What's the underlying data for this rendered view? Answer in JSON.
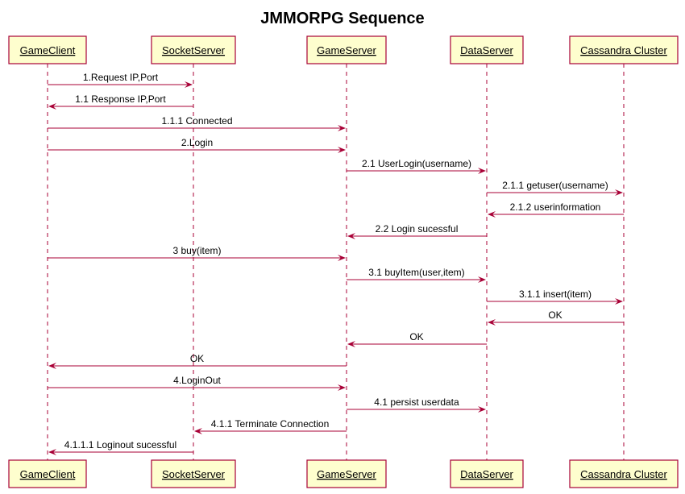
{
  "title": "JMMORPG Sequence",
  "participants": [
    {
      "id": "gc",
      "name": "GameClient"
    },
    {
      "id": "ss",
      "name": "SocketServer"
    },
    {
      "id": "gs",
      "name": "GameServer"
    },
    {
      "id": "ds",
      "name": "DataServer"
    },
    {
      "id": "cc",
      "name": "Cassandra Cluster"
    }
  ],
  "messages": [
    {
      "from": "gc",
      "to": "ss",
      "label": "1.Request IP,Port"
    },
    {
      "from": "ss",
      "to": "gc",
      "label": "1.1 Response IP,Port"
    },
    {
      "from": "gc",
      "to": "gs",
      "label": "1.1.1 Connected"
    },
    {
      "from": "gc",
      "to": "gs",
      "label": "2.Login"
    },
    {
      "from": "gs",
      "to": "ds",
      "label": "2.1 UserLogin(username)"
    },
    {
      "from": "ds",
      "to": "cc",
      "label": "2.1.1 getuser(username)"
    },
    {
      "from": "cc",
      "to": "ds",
      "label": "2.1.2 userinformation"
    },
    {
      "from": "ds",
      "to": "gs",
      "label": "2.2 Login sucessful"
    },
    {
      "from": "gc",
      "to": "gs",
      "label": "3 buy(item)"
    },
    {
      "from": "gs",
      "to": "ds",
      "label": "3.1 buyItem(user,item)"
    },
    {
      "from": "ds",
      "to": "cc",
      "label": "3.1.1 insert(item)"
    },
    {
      "from": "cc",
      "to": "ds",
      "label": "OK"
    },
    {
      "from": "ds",
      "to": "gs",
      "label": "OK"
    },
    {
      "from": "gs",
      "to": "gc",
      "label": "OK"
    },
    {
      "from": "gc",
      "to": "gs",
      "label": "4.LoginOut"
    },
    {
      "from": "gs",
      "to": "ds",
      "label": "4.1 persist userdata"
    },
    {
      "from": "gs",
      "to": "ss",
      "label": "4.1.1 Terminate Connection"
    },
    {
      "from": "ss",
      "to": "gc",
      "label": "4.1.1.1 Loginout sucessful"
    }
  ],
  "colors": {
    "box_fill": "#FEFECE",
    "border": "#A80036",
    "text": "#000000"
  }
}
